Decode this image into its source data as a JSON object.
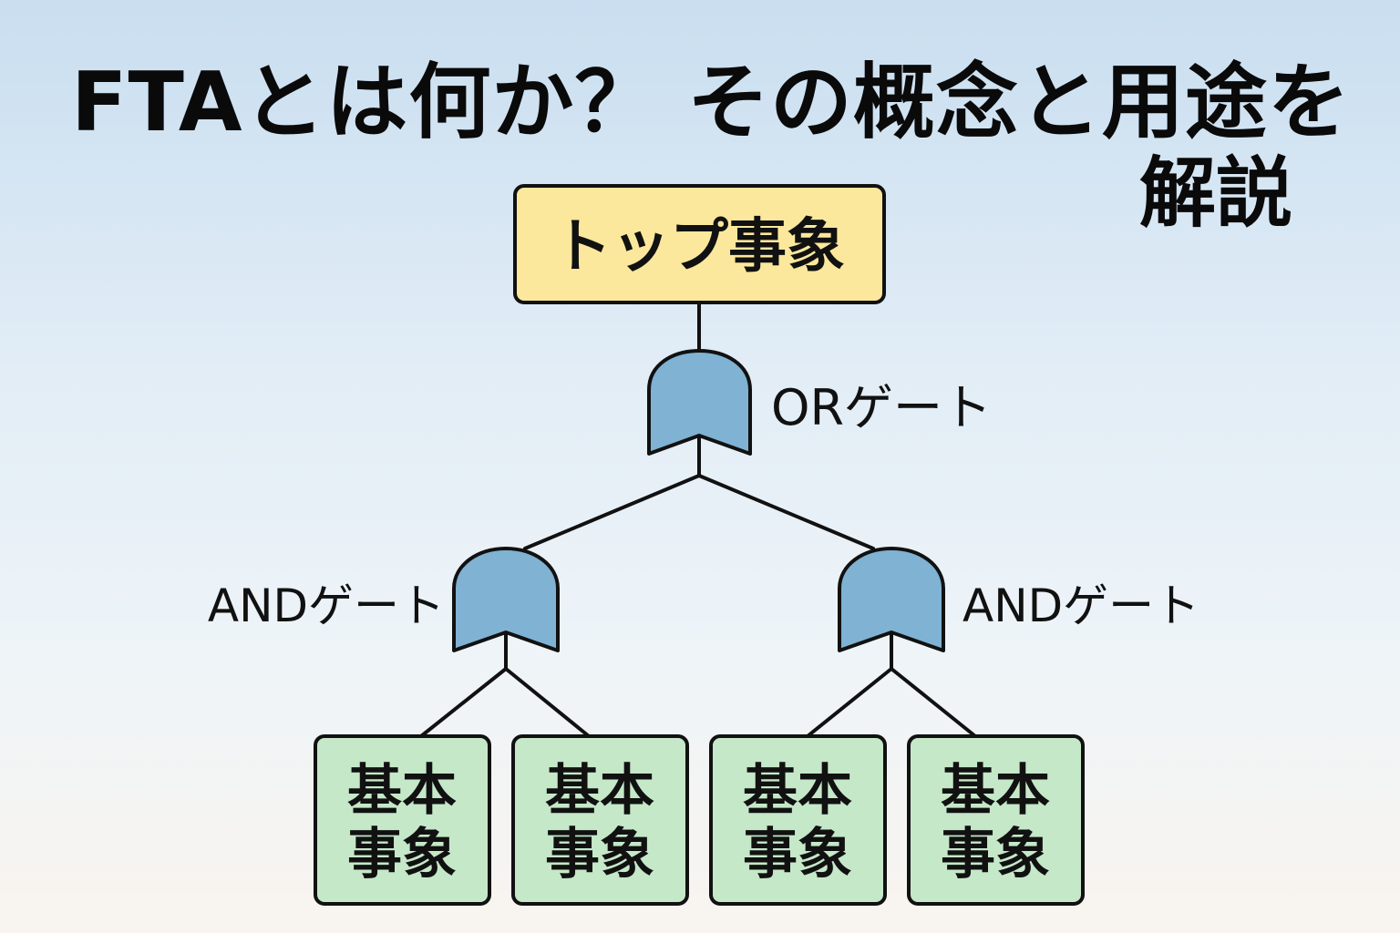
{
  "title": {
    "line1": "FTAとは何か？ その概念と用途を",
    "line2": "解説"
  },
  "colors": {
    "top_event_fill": "#fbe89c",
    "gate_fill": "#7fb2d3",
    "basic_event_fill": "#c5e8c8",
    "stroke": "#111111"
  },
  "diagram": {
    "top_event": {
      "label": "トップ事象",
      "gate": "ORゲート",
      "children": [
        {
          "gate": "ANDゲート",
          "basic_events": [
            {
              "line1": "基本",
              "line2": "事象"
            },
            {
              "line1": "基本",
              "line2": "事象"
            }
          ]
        },
        {
          "gate": "ANDゲート",
          "basic_events": [
            {
              "line1": "基本",
              "line2": "事象"
            },
            {
              "line1": "基本",
              "line2": "事象"
            }
          ]
        }
      ]
    }
  }
}
